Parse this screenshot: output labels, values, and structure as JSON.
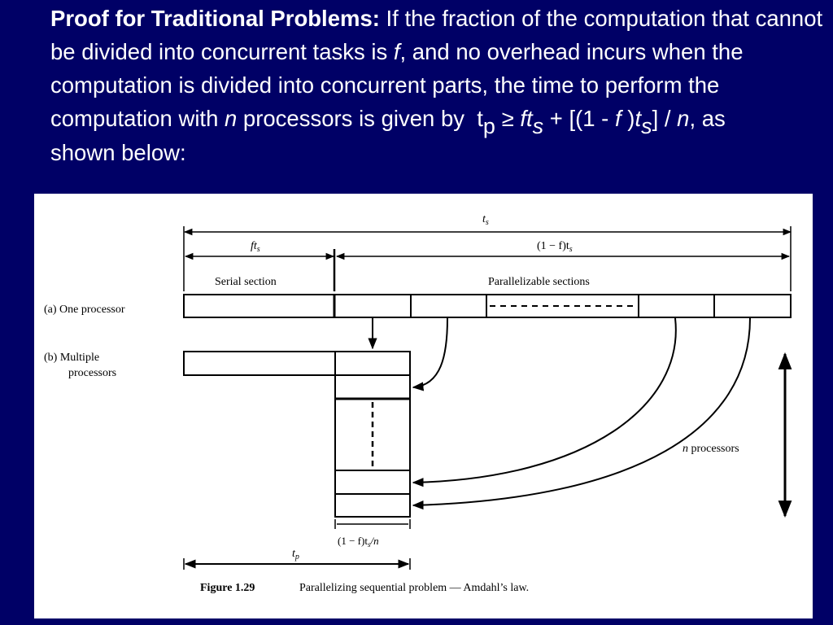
{
  "slide": {
    "heading": "Proof for Traditional Problems:",
    "text_1": " If the fraction of the computation that cannot be divided into concurrent tasks is ",
    "f": "f",
    "text_2": ", and no overhead incurs when the computation is divided into concurrent parts, the time to perform the computation with ",
    "n": "n",
    "text_3": " processors is given by",
    "formula": {
      "t": "t",
      "p_sub": "p",
      "geq": " ≥ ",
      "ft": "ft",
      "s_sub_1": "s",
      "plus": " + [(1 - ",
      "f": "f",
      "paren": " )",
      "t2": "t",
      "s_sub_2": "s",
      "close": "] / ",
      "n": "n",
      "end": ", as"
    },
    "text_4": "shown below:"
  },
  "figure": {
    "ts_top": "t",
    "ts_top_sub": "s",
    "fts": "ft",
    "fts_sub": "s",
    "one_minus_f_ts": "(1 − f)t",
    "one_minus_f_ts_sub": "s",
    "serial_section": "Serial section",
    "parallelizable_sections": "Parallelizable sections",
    "one_processor": "(a) One processor",
    "multiple_processors_1": "(b) Multiple",
    "multiple_processors_2": "processors",
    "n_processors_n": "n",
    "n_processors": " processors",
    "bottom_fraction": "(1 − f)t",
    "bottom_fraction_sub": "s",
    "bottom_fraction_tail": "/n",
    "tp": "t",
    "tp_sub": "p",
    "caption_label": "Figure 1.29",
    "caption_text": "Parallelizing sequential problem — Amdahl’s law."
  }
}
